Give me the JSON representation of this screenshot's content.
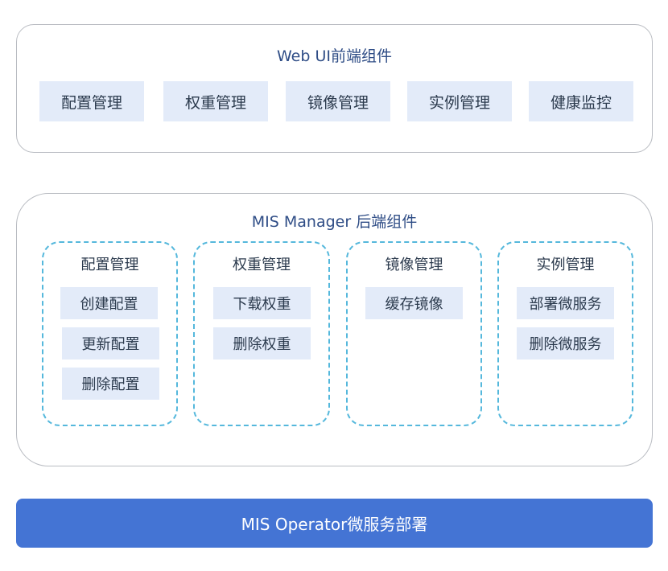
{
  "frontend": {
    "title": "Web UI前端组件",
    "items": [
      "配置管理",
      "权重管理",
      "镜像管理",
      "实例管理",
      "健康监控"
    ]
  },
  "backend": {
    "title": "MIS Manager 后端组件",
    "groups": [
      {
        "title": "配置管理",
        "items": [
          "创建配置",
          "更新配置",
          "删除配置"
        ]
      },
      {
        "title": "权重管理",
        "items": [
          "下载权重",
          "删除权重"
        ]
      },
      {
        "title": "镜像管理",
        "items": [
          "缓存镜像"
        ]
      },
      {
        "title": "实例管理",
        "items": [
          "部署微服务",
          "删除微服务"
        ]
      }
    ]
  },
  "deploy": {
    "label": "MIS Operator微服务部署"
  },
  "colors": {
    "chip_fill": "#e3ebf9",
    "dashed_border": "#55b8dc",
    "deploy_bar": "#4474d4",
    "title_text": "#2f4d86"
  }
}
